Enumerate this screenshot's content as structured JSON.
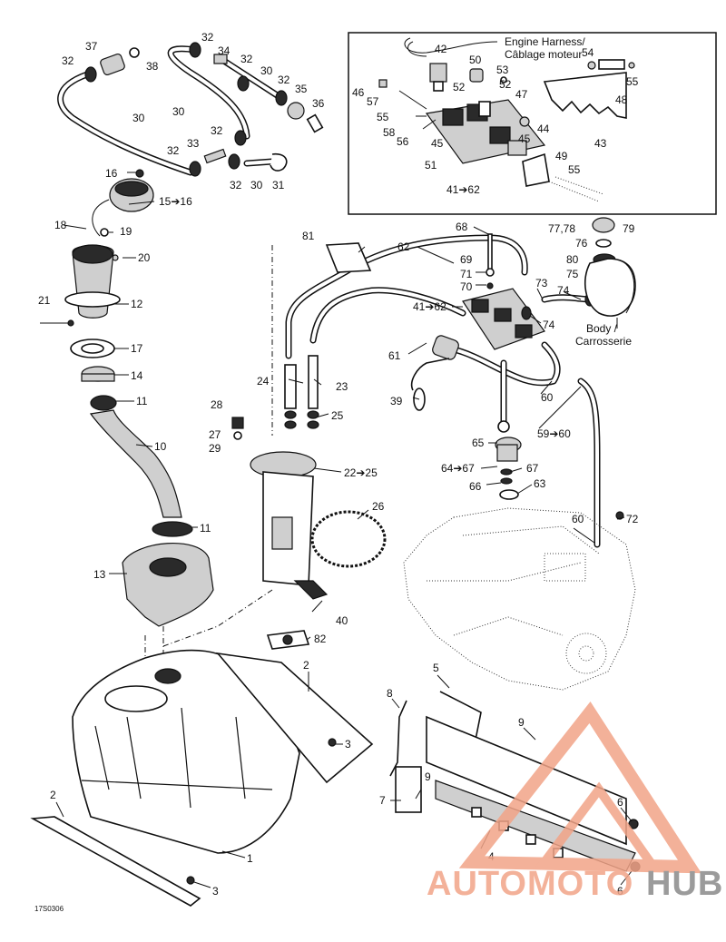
{
  "inset": {
    "harness_label_line1": "Engine Harness/",
    "harness_label_line2": "Câblage moteur"
  },
  "body_label_line1": "Body /",
  "body_label_line2": "Carrosserie",
  "figure_code": "17S0306",
  "watermark": {
    "part1": "AUTOMOTO",
    "part2": "HUB",
    "color_primary": "#f2a488",
    "color_secondary": "#8a8a8a"
  },
  "callouts": {
    "c1": "1",
    "c2a": "2",
    "c2b": "2",
    "c3a": "3",
    "c3b": "3",
    "c4": "4",
    "c5": "5",
    "c6a": "6",
    "c6b": "6",
    "c7": "7",
    "c8": "8",
    "c9a": "9",
    "c9b": "9",
    "c10": "10",
    "c11a": "11",
    "c11b": "11",
    "c12": "12",
    "c13": "13",
    "c14": "14",
    "c15": "15➔16",
    "c16": "16",
    "c17": "17",
    "c18": "18",
    "c19": "19",
    "c20": "20",
    "c21": "21",
    "c22": "22➔25",
    "c23": "23",
    "c24": "24",
    "c25": "25",
    "c26": "26",
    "c27": "27",
    "c28": "28",
    "c29": "29",
    "c30a": "30",
    "c30b": "30",
    "c30c": "30",
    "c30d": "30",
    "c31": "31",
    "c32a": "32",
    "c32b": "32",
    "c32c": "32",
    "c32d": "32",
    "c32e": "32",
    "c32f": "32",
    "c32g": "32",
    "c33": "33",
    "c34": "34",
    "c35": "35",
    "c36": "36",
    "c37": "37",
    "c38": "38",
    "c39": "39",
    "c40": "40",
    "c41a": "41➔62",
    "c41b": "41➔62",
    "c42": "42",
    "c43": "43",
    "c44": "44",
    "c45a": "45",
    "c45b": "45",
    "c46": "46",
    "c47": "47",
    "c48": "48",
    "c49": "49",
    "c50": "50",
    "c51": "51",
    "c52a": "52",
    "c52b": "52",
    "c53": "53",
    "c54": "54",
    "c55a": "55",
    "c55b": "55",
    "c55c": "55",
    "c56": "56",
    "c57": "57",
    "c58": "58",
    "c59": "59➔60",
    "c60a": "60",
    "c60b": "60",
    "c61": "61",
    "c62": "62",
    "c63": "63",
    "c64": "64➔67",
    "c65": "65",
    "c66": "66",
    "c67": "67",
    "c68": "68",
    "c69": "69",
    "c70": "70",
    "c71": "71",
    "c72": "72",
    "c73": "73",
    "c74a": "74",
    "c74b": "74",
    "c75": "75",
    "c76": "76",
    "c77": "77,78",
    "c79": "79",
    "c80": "80",
    "c81": "81",
    "c82": "82"
  }
}
